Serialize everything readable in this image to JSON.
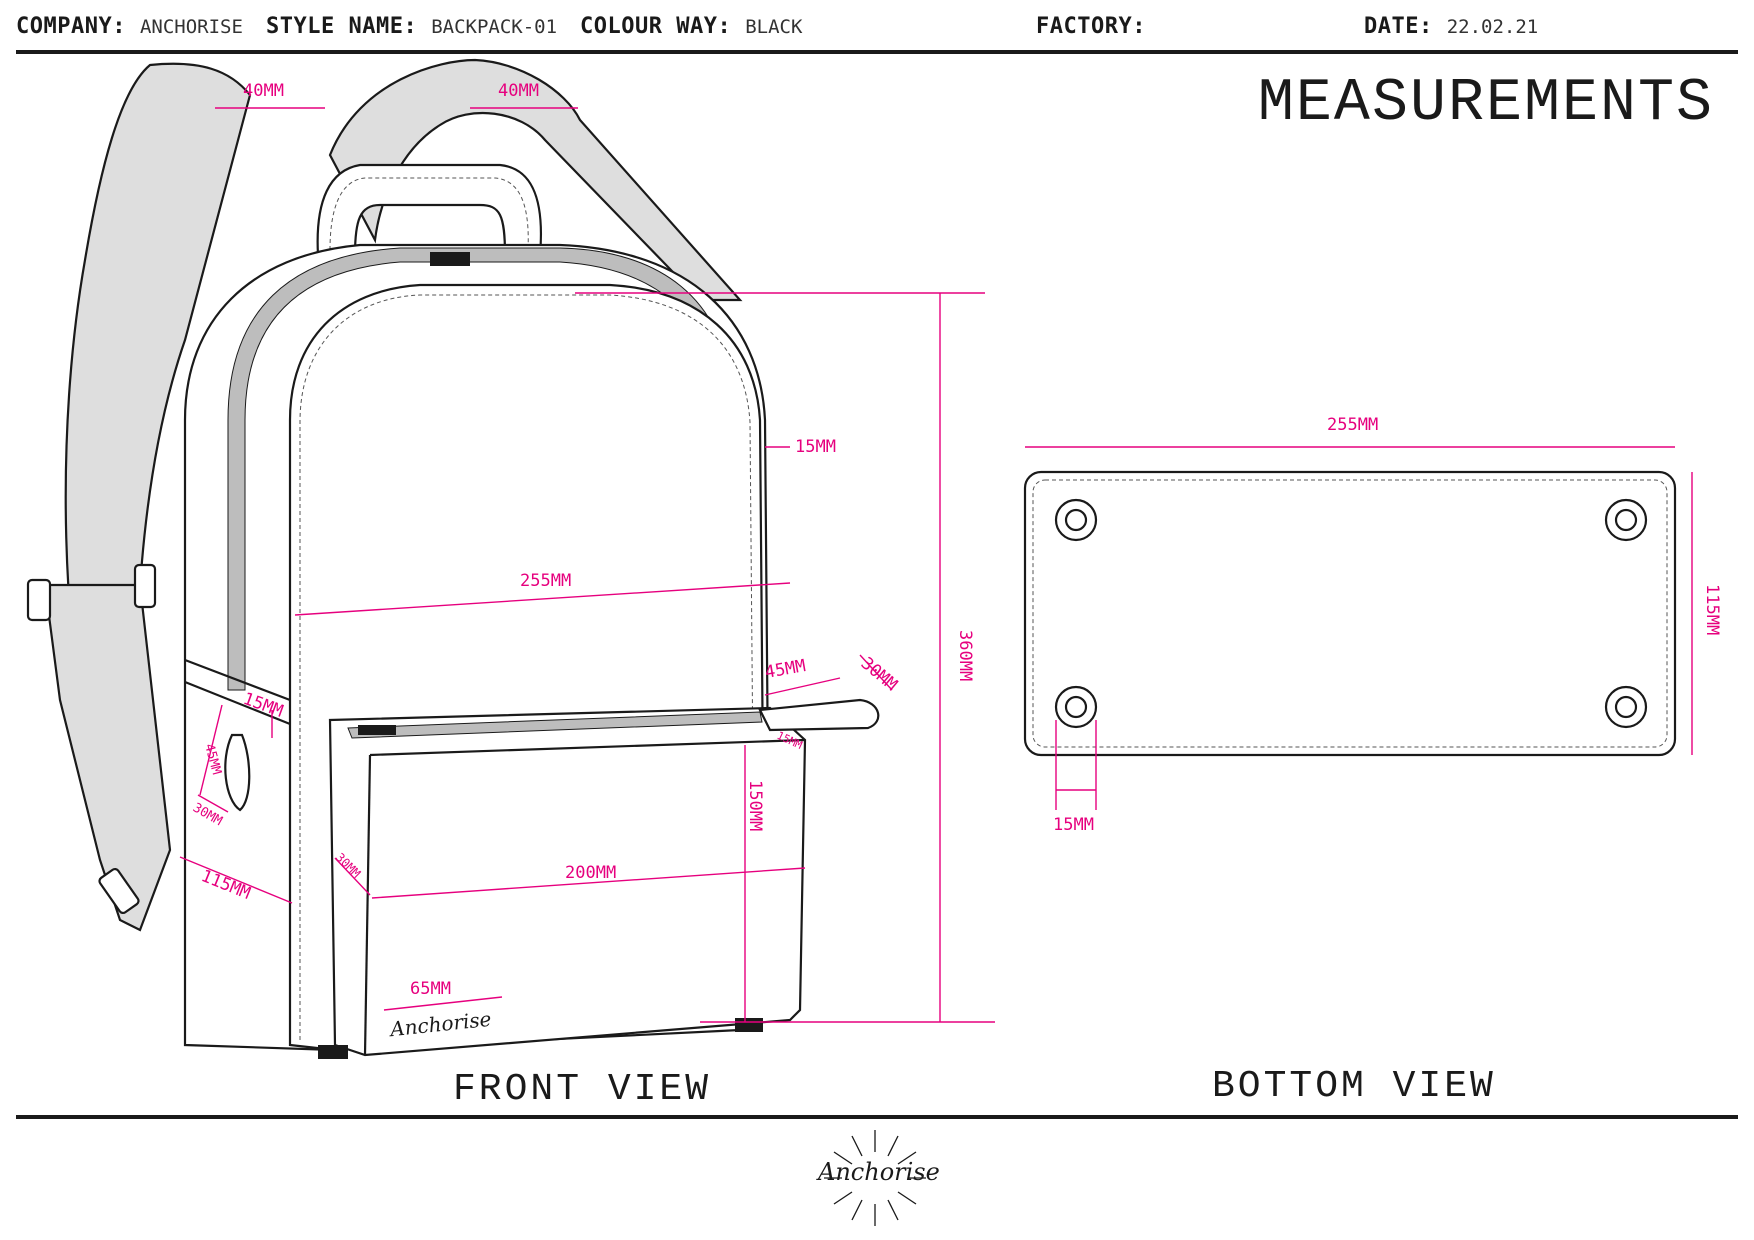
{
  "header": {
    "company_label": "COMPANY:",
    "company_value": "ANCHORISE",
    "style_label": "STYLE NAME:",
    "style_value": "BACKPACK-01",
    "colour_label": "COLOUR WAY:",
    "colour_value": "BLACK",
    "factory_label": "FACTORY:",
    "factory_value": "",
    "date_label": "DATE:",
    "date_value": "22.02.21"
  },
  "title": "MEASUREMENTS",
  "front_view": {
    "label": "FRONT VIEW",
    "dims": {
      "strap_left": "40MM",
      "strap_right": "40MM",
      "border": "15MM",
      "body_width": "255MM",
      "height": "360MM",
      "tab_length": "45MM",
      "tab_width": "30MM",
      "tab_small": "15MM",
      "side_band": "15MM",
      "loop_height": "45MM",
      "loop_width": "30MM",
      "depth": "115MM",
      "pocket_depth": "30MM",
      "pocket_width": "200MM",
      "pocket_height": "150MM",
      "logo_width": "65MM"
    }
  },
  "bottom_view": {
    "label": "BOTTOM VIEW",
    "dims": {
      "width": "255MM",
      "depth": "115MM",
      "foot_inset": "15MM"
    }
  },
  "brand_mark": "Anchorise",
  "colors": {
    "dimension": "#e6007e",
    "outline": "#1a1a1a",
    "strap": "#dedede"
  }
}
